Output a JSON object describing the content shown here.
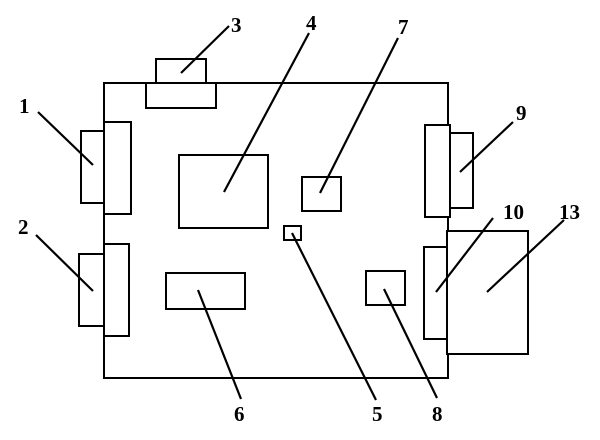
{
  "labels": {
    "n1": "1",
    "n2": "2",
    "n3": "3",
    "n4": "4",
    "n5": "5",
    "n6": "6",
    "n7": "7",
    "n8": "8",
    "n9": "9",
    "n10": "10",
    "n13": "13"
  },
  "colors": {
    "stroke": "#000000",
    "background": "#ffffff"
  }
}
